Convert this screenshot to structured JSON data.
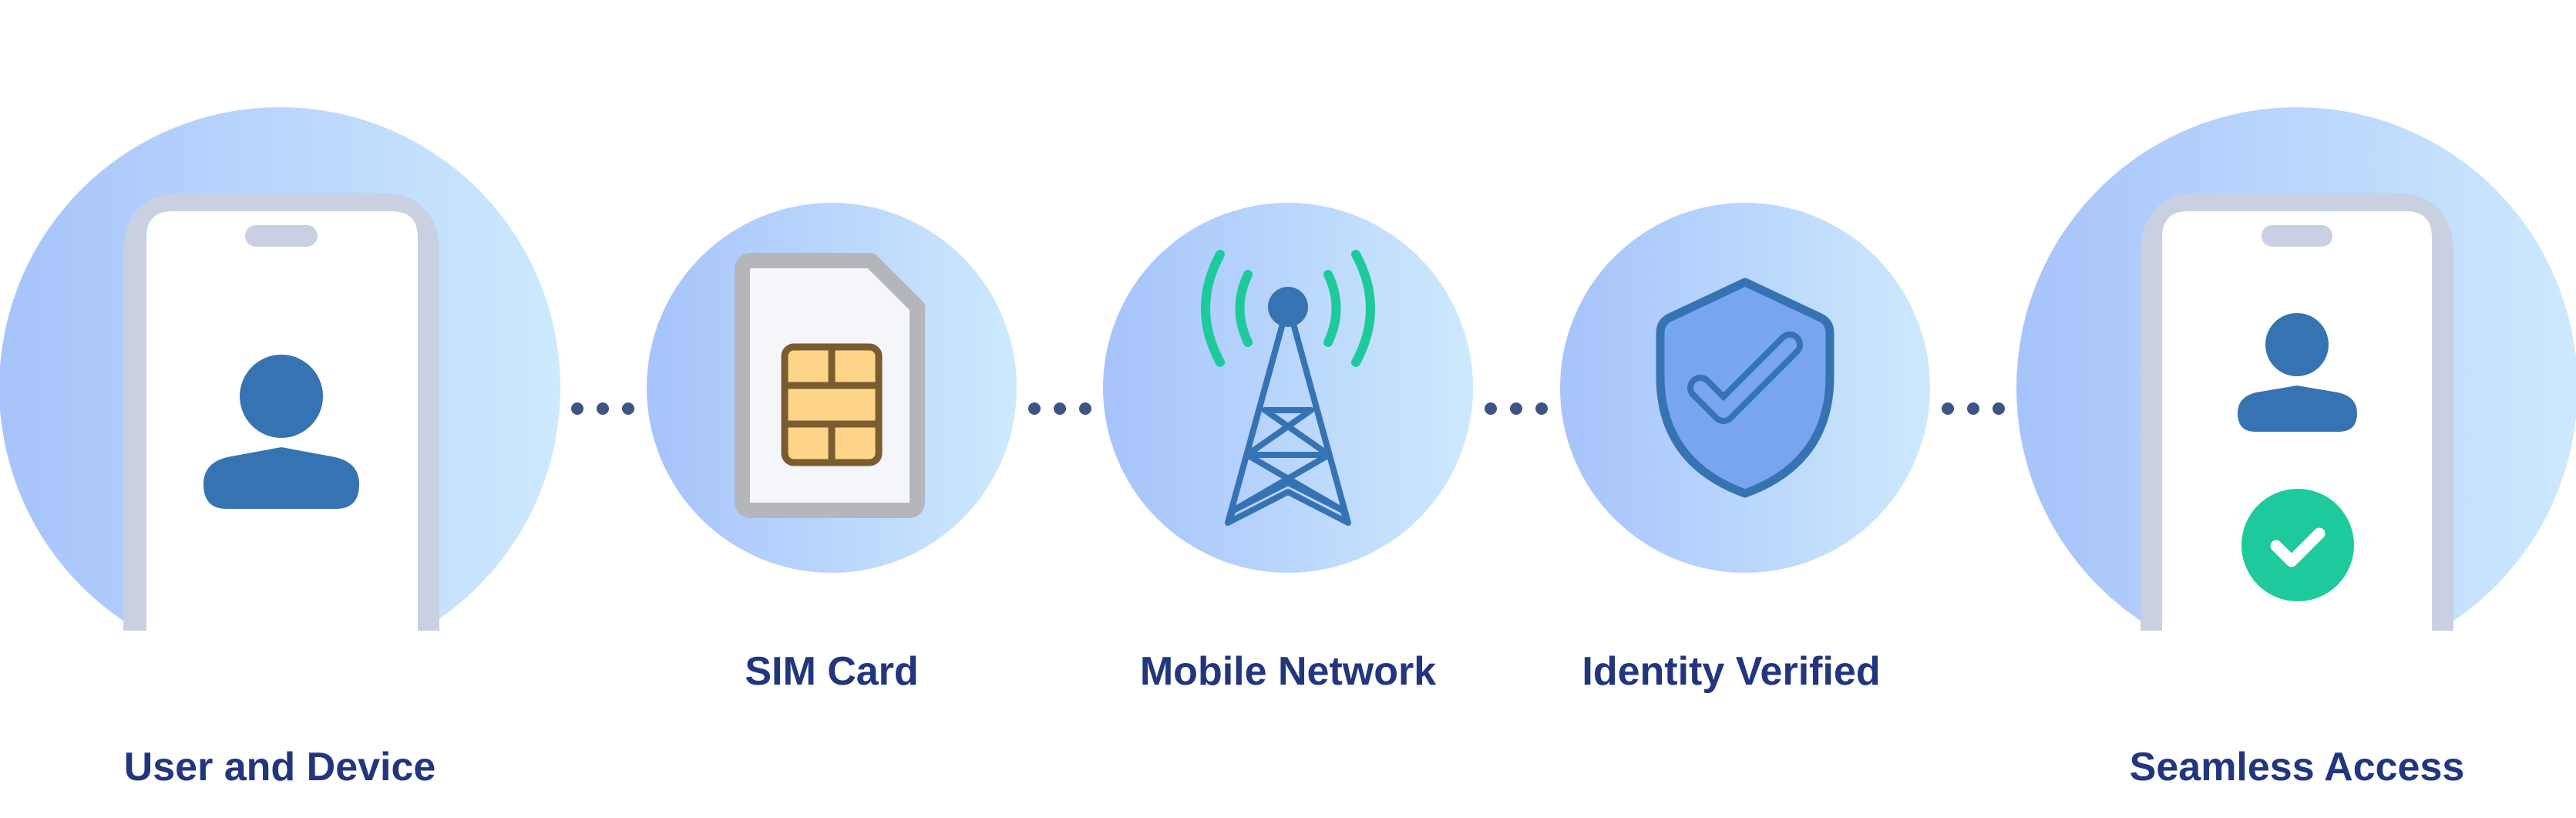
{
  "diagram": {
    "stages": [
      {
        "id": "user-and-device",
        "label": "User and Device",
        "icon": "phone-user-icon"
      },
      {
        "id": "sim-card",
        "label": "SIM Card",
        "icon": "sim-card-icon"
      },
      {
        "id": "mobile-network",
        "label": "Mobile Network",
        "icon": "cell-tower-icon"
      },
      {
        "id": "identity-verified",
        "label": "Identity Verified",
        "icon": "shield-check-icon"
      },
      {
        "id": "seamless-access",
        "label": "Seamless Access",
        "icon": "phone-user-check-icon"
      }
    ],
    "connector": "dots",
    "colors": {
      "circle_gradient_start": "#a6c3fb",
      "circle_gradient_end": "#cde9fd",
      "label": "#22357f",
      "icon_blue": "#3b78bd",
      "accent_green": "#1ec99b",
      "phone_frame": "#c8d0e1",
      "dots": "#3f5482"
    }
  }
}
